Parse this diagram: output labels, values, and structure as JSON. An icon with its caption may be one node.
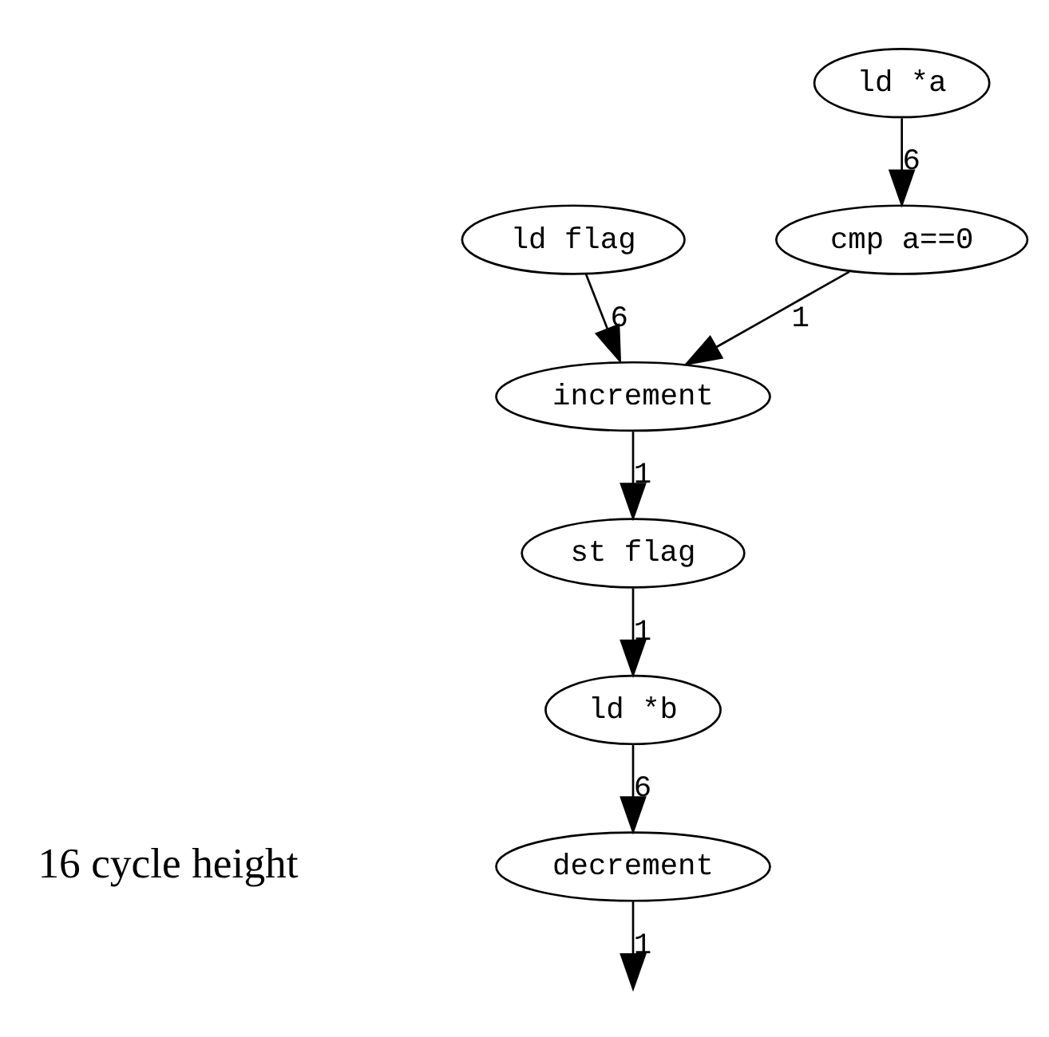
{
  "diagram": {
    "nodes": [
      {
        "text": [
          "ld flag"
        ]
      },
      {
        "text": [
          "ld *a"
        ]
      },
      {
        "text": [
          "cmp a==0"
        ]
      },
      {
        "text": [
          "increment"
        ]
      },
      {
        "text": [
          "st flag"
        ]
      },
      {
        "text": [
          "ld *b"
        ]
      },
      {
        "text": [
          "decrement"
        ]
      }
    ],
    "edges": [
      {
        "from": 0,
        "to": 3,
        "arrow": "to",
        "label": "6"
      },
      {
        "from": 1,
        "to": 2,
        "arrow": "to",
        "label": "6"
      },
      {
        "from": 2,
        "to": 3,
        "arrow": "to",
        "label": "1"
      },
      {
        "from": 3,
        "to": 4,
        "arrow": "to",
        "label": "1"
      },
      {
        "from": 4,
        "to": 5,
        "arrow": "to",
        "label": "1"
      },
      {
        "from": 5,
        "to": 6,
        "arrow": "to",
        "label": "6"
      },
      {
        "from": 6,
        "to": null,
        "arrow": "to",
        "label": "1"
      }
    ],
    "labels": [
      "16 cycle height"
    ]
  }
}
